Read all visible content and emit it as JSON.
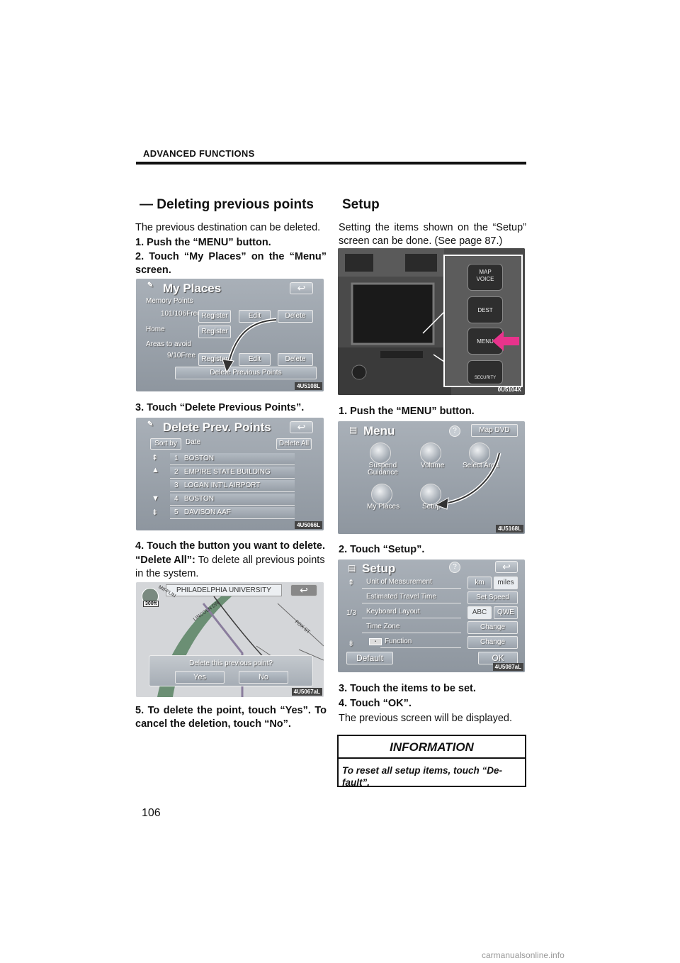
{
  "header": {
    "section": "ADVANCED FUNCTIONS",
    "page_number": "106"
  },
  "left": {
    "title": "— Deleting previous points",
    "intro": "The previous destination can be deleted.",
    "step1": "1.  Push the “MENU” button.",
    "step2": "2.  Touch “My Places” on the “Menu” screen.",
    "step3": "3.  Touch “Delete Previous Points”.",
    "step4": "4.  Touch the button you want to delete.",
    "delete_all_label": "“Delete All”:",
    "delete_all_text": " To delete all previous points in the system.",
    "step5": "5.  To delete the point, touch “Yes”.  To cancel the deletion, touch “No”.",
    "fig1": {
      "code": "4U5108L",
      "title": "My Places",
      "memory_points": "Memory Points",
      "memory_count": "101/106Free",
      "home": "Home",
      "areas": "Areas to avoid",
      "areas_count": "9/10Free",
      "register": "Register",
      "edit": "Edit",
      "delete": "Delete",
      "delete_prev": "Delete Previous Points",
      "back": "↩"
    },
    "fig2": {
      "code": "4U5066L",
      "title": "Delete Prev. Points",
      "sort_by": "Sort by",
      "sort_value": "Date",
      "delete_all": "Delete All",
      "back": "↩",
      "rows": [
        {
          "n": "1",
          "name": "BOSTON"
        },
        {
          "n": "2",
          "name": "EMPIRE STATE BUILDING"
        },
        {
          "n": "3",
          "name": "LOGAN INT'L AIRPORT"
        },
        {
          "n": "4",
          "name": "BOSTON"
        },
        {
          "n": "5",
          "name": "DAVISON AAF"
        }
      ]
    },
    "fig3": {
      "code": "4U5067aL",
      "place": "PHILADELPHIA UNIVERSITY",
      "scale": "300ft",
      "road1": "LINCOLN DR",
      "road2": "FOX ST",
      "road3": "MIFFLIN",
      "question": "Delete this previous point?",
      "yes": "Yes",
      "no": "No",
      "back": "↩"
    }
  },
  "right": {
    "title": "Setup",
    "intro": "Setting the items shown on the “Setup” screen can be done.  (See page 87.)",
    "step1": "1.  Push the “MENU” button.",
    "step2": "2.  Touch “Setup”.",
    "step3": "3.  Touch the items to be set.",
    "step4": "4.  Touch “OK”.",
    "after": "The previous screen will be displayed.",
    "info_title": "INFORMATION",
    "info_text": "To reset all setup items, touch “De-fault”.",
    "fig1": {
      "code": "0U5104X",
      "btn_map": "MAP",
      "btn_voice": "VOICE",
      "btn_dest": "DEST",
      "btn_menu": "MENU",
      "btn_security": "SECURITY"
    },
    "fig2": {
      "code": "4U5168L",
      "title": "Menu",
      "help": "?",
      "map_dvd": "Map DVD",
      "suspend": "Suspend\nGuidance",
      "volume": "Volume",
      "select": "Select Area",
      "my_places": "My Places",
      "setup": "Setup"
    },
    "fig3": {
      "code": "4U5087aL",
      "title": "Setup",
      "help": "?",
      "back": "↩",
      "page": "1/3",
      "unit": "Unit of Measurement",
      "km": "km",
      "miles": "miles",
      "travel": "Estimated Travel Time",
      "set_speed": "Set Speed",
      "keyboard": "Keyboard Layout",
      "abc": "ABC",
      "qwe": "QWE",
      "timezone": "Time Zone",
      "change": "Change",
      "function": "Function",
      "default": "Default",
      "ok": "OK"
    }
  },
  "footer": "carmanualsonline.info",
  "colors": {
    "accent_arrow": "#e8338c",
    "screen_bg": "#9aa2ab"
  }
}
